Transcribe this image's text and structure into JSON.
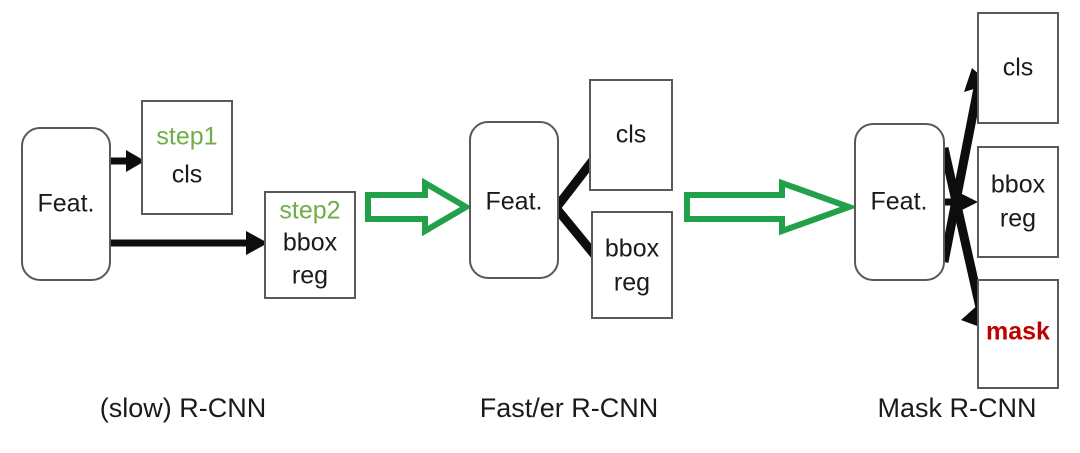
{
  "figure": {
    "title": "R-CNN family evolution diagram",
    "background_color": "#ffffff",
    "accent_green": "#70ad47",
    "arrow_green": "#21a149",
    "mask_red": "#c00000",
    "box_stroke": "#595959",
    "arrow_black": "#0d0d0d"
  },
  "stages": [
    {
      "id": "slow-rcnn",
      "label": "(slow) R-CNN",
      "nodes": [
        {
          "id": "feat",
          "text": "Feat.",
          "shape": "rounded-rect"
        },
        {
          "id": "step1-cls",
          "step": "step1",
          "text": "cls",
          "shape": "rect"
        },
        {
          "id": "step2-bbox-reg",
          "step": "step2",
          "text_line1": "bbox",
          "text_line2": "reg",
          "shape": "rect"
        }
      ]
    },
    {
      "id": "fast-er-rcnn",
      "label": "Fast/er R-CNN",
      "nodes": [
        {
          "id": "feat",
          "text": "Feat.",
          "shape": "rounded-rect"
        },
        {
          "id": "cls",
          "text": "cls",
          "shape": "rect"
        },
        {
          "id": "bbox-reg",
          "text_line1": "bbox",
          "text_line2": "reg",
          "shape": "rect"
        }
      ]
    },
    {
      "id": "mask-rcnn",
      "label": "Mask R-CNN",
      "nodes": [
        {
          "id": "feat",
          "text": "Feat.",
          "shape": "rounded-rect"
        },
        {
          "id": "cls",
          "text": "cls",
          "shape": "rect"
        },
        {
          "id": "bbox-reg",
          "text_line1": "bbox",
          "text_line2": "reg",
          "shape": "rect"
        },
        {
          "id": "mask",
          "text": "mask",
          "shape": "rect",
          "emphasis": "red-bold"
        }
      ]
    }
  ],
  "transitions": [
    {
      "id": "slow-to-fast",
      "style": "green-block-arrow"
    },
    {
      "id": "fast-to-mask",
      "style": "green-block-arrow"
    }
  ]
}
